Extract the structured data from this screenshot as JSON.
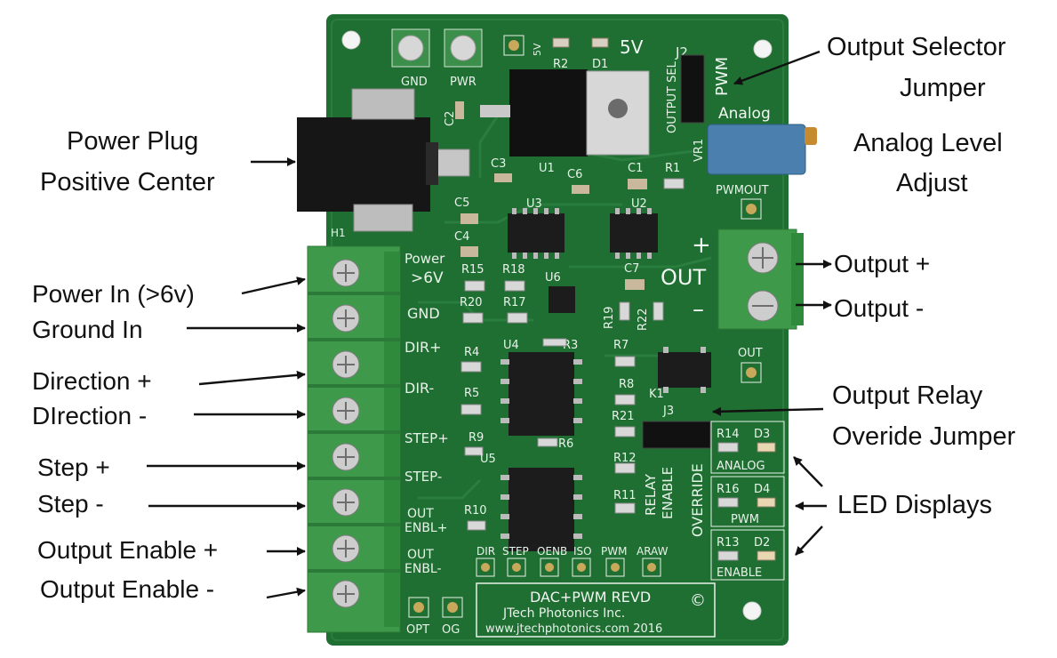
{
  "callouts": {
    "output_selector_l1": "Output Selector",
    "output_selector_l2": "Jumper",
    "power_plug_l1": "Power Plug",
    "power_plug_l2": "Positive Center",
    "analog_level_l1": "Analog Level",
    "analog_level_l2": "Adjust",
    "output_plus": "Output +",
    "output_minus": "Output -",
    "power_in": "Power In (>6v)",
    "ground_in": "Ground In",
    "direction_plus": "Direction +",
    "direction_minus": "DIrection -",
    "step_plus": "Step +",
    "step_minus": "Step -",
    "output_enable_plus": "Output Enable +",
    "output_enable_minus": "Output Enable -",
    "output_relay_l1": "Output Relay",
    "output_relay_l2": "Overide Jumper",
    "led_displays": "LED Displays"
  },
  "board": {
    "gnd": "GND",
    "pwr": "PWR",
    "five_v_small": "5V",
    "r2": "R2",
    "d1": "D1",
    "five_v": "5V",
    "j2": "J2",
    "output_sel": "OUTPUT SEL",
    "pwm_vertical": "PWM",
    "analog": "Analog",
    "c2": "C2",
    "c3": "C3",
    "u1": "U1",
    "c6": "C6",
    "c1": "C1",
    "r1": "R1",
    "vr1": "VR1",
    "pwmout": "PWMOUT",
    "c5": "C5",
    "u3": "U3",
    "u2": "U2",
    "h1": "H1",
    "c4": "C4",
    "plus": "+",
    "out": "OUT",
    "minus": "–",
    "c7": "C7",
    "power_6v_l1": "Power",
    "power_6v_l2": ">6V",
    "r15": "R15",
    "r18": "R18",
    "u6": "U6",
    "gnd_label": "GND",
    "r20": "R20",
    "r17": "R17",
    "r19": "R19",
    "r22": "R22",
    "dir_plus": "DIR+",
    "u4": "U4",
    "r3": "R3",
    "r7": "R7",
    "r4": "R4",
    "dir_minus": "DIR-",
    "r5": "R5",
    "r8": "R8",
    "k1": "K1",
    "out_small": "OUT",
    "r21": "R21",
    "j3": "J3",
    "step_plus": "STEP+",
    "r9": "R9",
    "r6": "R6",
    "r12": "R12",
    "relay": "RELAY",
    "enable": "ENABLE",
    "override": "OVERRIDE",
    "r14": "R14",
    "d3": "D3",
    "analog_led": "ANALOG",
    "u5": "U5",
    "step_minus": "STEP-",
    "r11": "R11",
    "r16": "R16",
    "d4": "D4",
    "pwm_led": "PWM",
    "out_enbl_plus_l1": "OUT",
    "out_enbl_plus_l2": "ENBL+",
    "r10": "R10",
    "out_enbl_minus_l1": "OUT",
    "out_enbl_minus_l2": "ENBL-",
    "hdr_dir": "DIR",
    "hdr_step": "STEP",
    "hdr_oenb": "OENB",
    "hdr_iso": "ISO",
    "hdr_pwm": "PWM",
    "hdr_araw": "ARAW",
    "r13": "R13",
    "d2": "D2",
    "enable_led": "ENABLE",
    "title": "DAC+PWM REVD",
    "copyright": "©",
    "company": "JTech Photonics Inc.",
    "website": "www.jtechphotonics.com 2016",
    "opt": "OPT",
    "og": "OG"
  },
  "colors": {
    "pcb": "#1f6e32",
    "terminal": "#3e9a4a",
    "ic": "#1c1c1c",
    "pot": "#4a7fae"
  }
}
